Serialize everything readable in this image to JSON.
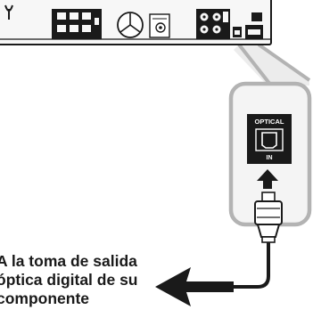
{
  "panel_labels": {
    "optical_header": "OPTICAL",
    "optical_in": "IN"
  },
  "caption_lines": [
    "A la toma de salida",
    "óptica digital de su",
    "componente"
  ],
  "colors": {
    "line": "#1a1a1a",
    "callout_gray": "#b3b3b3",
    "callout_fill": "#f4f4f4",
    "device_fill": "#f7f7f7",
    "jack_block": "#1a1a1a"
  },
  "icons": [
    "fan-vent-icon",
    "speaker-terminal-icon",
    "disc-vent-icon",
    "hdmi-port-icon",
    "optical-port-icon",
    "arrow-up-icon",
    "arrow-left-icon",
    "optical-plug-icon"
  ]
}
